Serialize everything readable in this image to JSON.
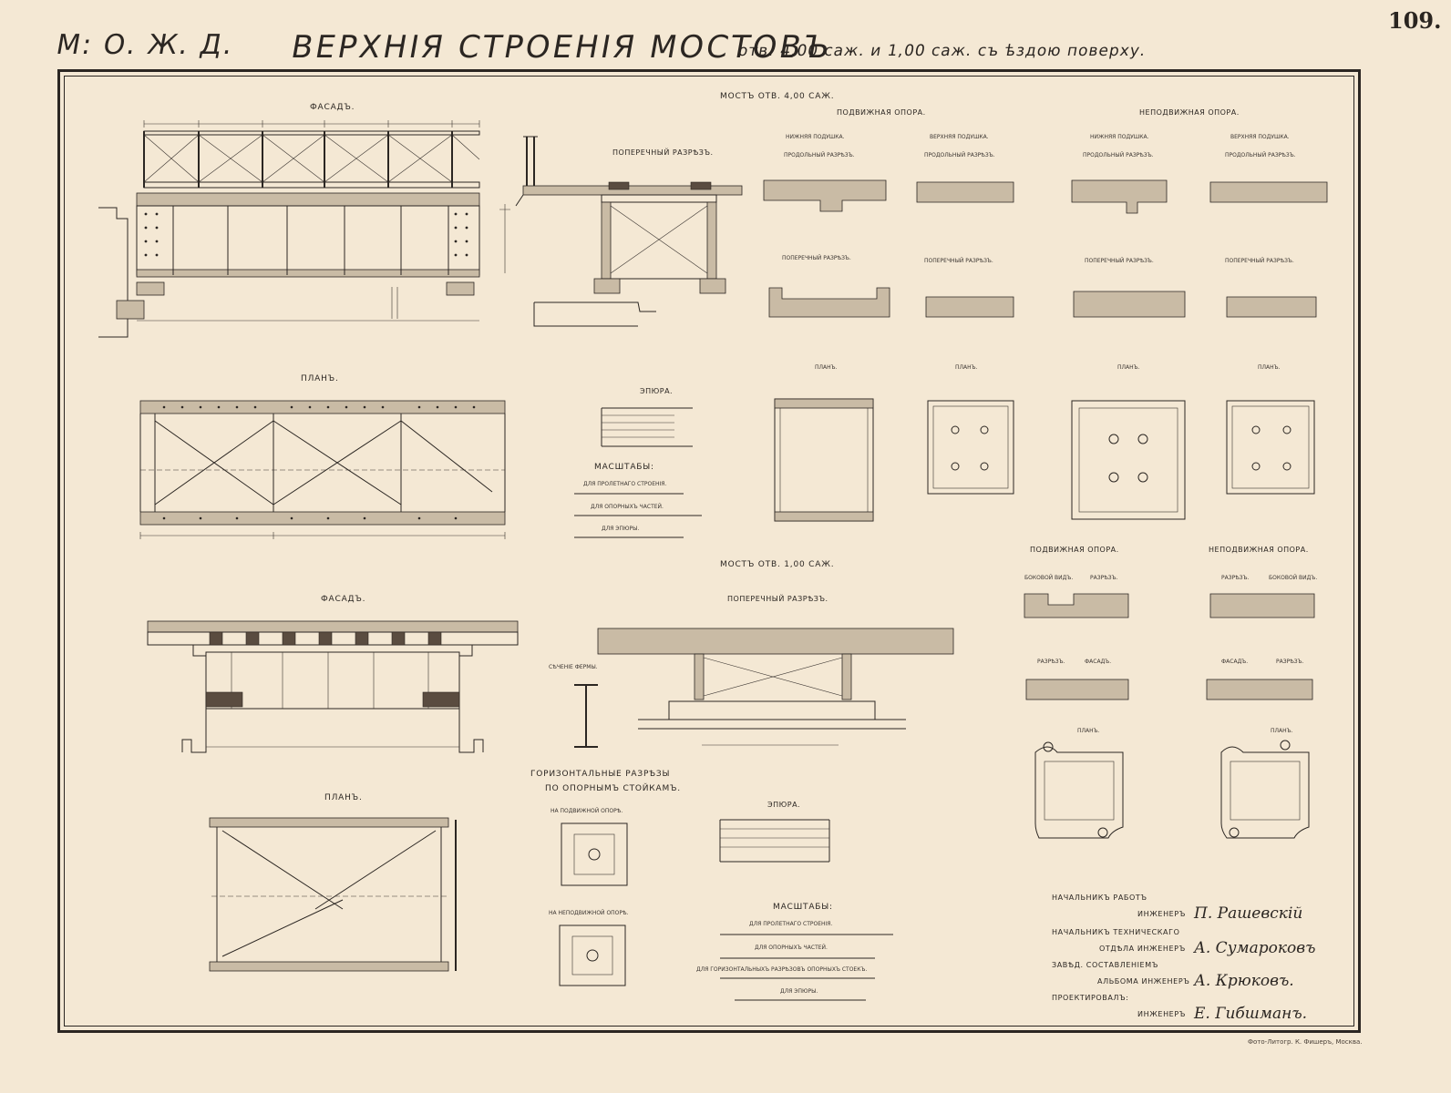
{
  "header": {
    "railway": "М: О. Ж. Д.",
    "title": "ВЕРХНIЯ СТРОЕНIЯ МОСТОВЪ",
    "subtitle": "отв. 4,00 саж. и 1,00 саж. съ ѣздою поверху.",
    "page_number": "109."
  },
  "bridge_4": {
    "heading": "МОСТЪ ОТВ. 4,00 САЖ.",
    "facade": "ФАСАДЪ.",
    "plan": "ПЛАНЪ.",
    "cross_section": "ПОПЕРЕЧНЫЙ РАЗРѢЗЪ.",
    "diagram": "ЭПЮРА.",
    "scales": "МАСШТАБЫ:",
    "scale_span": "ДЛЯ ПРОЛЕТНАГО СТРОЕНIЯ.",
    "scale_supports": "ДЛЯ ОПОРНЫХЪ ЧАСТЕЙ.",
    "scale_diagram": "ДЛЯ ЭПЮРЫ.",
    "movable_support": "ПОДВИЖНАЯ ОПОРА.",
    "fixed_support": "НЕПОДВИЖНАЯ ОПОРА.",
    "lower_pad": "НИЖНЯЯ ПОДУШКА.",
    "upper_pad": "ВЕРХНЯЯ ПОДУШКА.",
    "long_section": "ПРОДОЛЬНЫЙ РАЗРѢЗЪ.",
    "trans_section": "ПОПЕРЕЧНЫЙ РАЗРѢЗЪ.",
    "plan_small": "ПЛАНЪ."
  },
  "bridge_1": {
    "heading": "МОСТЪ ОТВ. 1,00 САЖ.",
    "facade": "ФАСАДЪ.",
    "plan": "ПЛАНЪ.",
    "cross_section": "ПОПЕРЕЧНЫЙ РАЗРѢЗЪ.",
    "truss_section": "СѢЧЕНIЕ ФЕРМЫ.",
    "horiz_sections_1": "ГОРИЗОНТАЛЬНЫЕ РАЗРѢЗЫ",
    "horiz_sections_2": "ПО ОПОРНЫМЪ СТОЙКАМЪ.",
    "on_movable": "НА ПОДВИЖНОЙ ОПОРѢ.",
    "on_fixed": "НА НЕПОДВИЖНОЙ ОПОРѢ.",
    "diagram": "ЭПЮРА.",
    "scales": "МАСШТАБЫ:",
    "scale_span": "ДЛЯ ПРОЛЕТНАГО СТРОЕНIЯ.",
    "scale_supports": "ДЛЯ ОПОРНЫХЪ ЧАСТЕЙ.",
    "scale_horiz": "ДЛЯ ГОРИЗОНТАЛЬНЫХЪ РАЗРѢЗОВЪ ОПОРНЫХЪ СТОЕКЪ.",
    "scale_diagram": "ДЛЯ ЭПЮРЫ.",
    "movable_support": "ПОДВИЖНАЯ ОПОРА.",
    "fixed_support": "НЕПОДВИЖНАЯ ОПОРА.",
    "side_view": "БОКОВОЙ ВИДЪ.",
    "section": "РАЗРѢЗЪ.",
    "facade_small": "ФАСАДЪ.",
    "plan_small": "ПЛАНЪ."
  },
  "signatures": [
    {
      "role1": "НАЧАЛЬНИКЪ РАБОТЪ",
      "role2": "ИНЖЕНЕРЪ",
      "name": "П. Рашевскiй"
    },
    {
      "role1": "НАЧАЛЬНИКЪ ТЕХНИЧЕСКАГО",
      "role2": "ОТДѢЛА ИНЖЕНЕРЪ",
      "name": "А. Сумароковъ"
    },
    {
      "role1": "ЗАВѢД. СОСТАВЛЕНIЕМЪ",
      "role2": "АЛЬБОМА ИНЖЕНЕРЪ",
      "name": "А. Крюковъ."
    },
    {
      "role1": "ПРОЕКТИРОВАЛЪ:",
      "role2": "ИНЖЕНЕРЪ",
      "name": "Е. Гибшманъ."
    }
  ],
  "printer": "Фото-Литогр. К. Фишеръ, Москва."
}
